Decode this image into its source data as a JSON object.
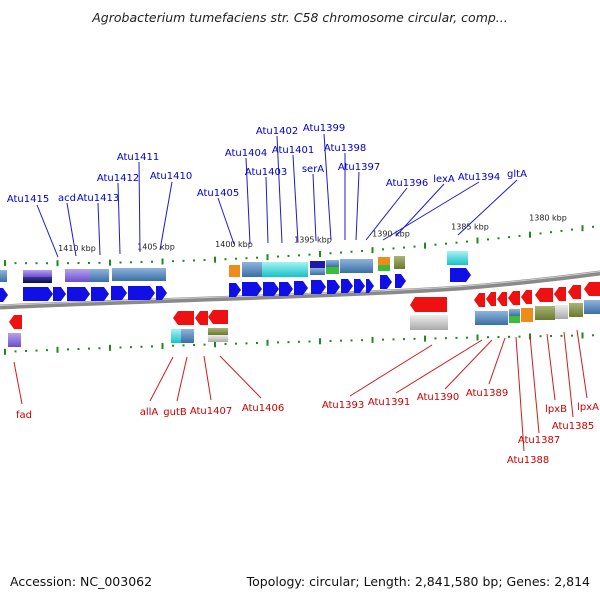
{
  "title": "Agrobacterium tumefaciens str. C58 chromosome circular, comp...",
  "accession": "Accession: NC_003062",
  "summary": "Topology: circular; Length: 2,841,580 bp; Genes: 2,814",
  "colors": {
    "forward_gene": "#1010e6",
    "reverse_gene": "#ee1111",
    "forward_label": "#0000cc",
    "reverse_label": "#cc0000",
    "backbone": "#8a8a8a",
    "tick": "#1c8a1c"
  },
  "kbp_scale": [
    {
      "label": "1410 kbp"
    },
    {
      "label": "1405 kbp"
    },
    {
      "label": "1400 kbp"
    },
    {
      "label": "1395 kbp"
    },
    {
      "label": "1390 kbp"
    },
    {
      "label": "1385 kbp"
    },
    {
      "label": "1380 kbp"
    }
  ],
  "forward_genes": [
    {
      "label": "Atu1415"
    },
    {
      "label": "acd"
    },
    {
      "label": "Atu1413"
    },
    {
      "label": "Atu1412"
    },
    {
      "label": "Atu1411"
    },
    {
      "label": "Atu1410"
    },
    {
      "label": "Atu1405"
    },
    {
      "label": "Atu1404"
    },
    {
      "label": "Atu1403"
    },
    {
      "label": "Atu1402"
    },
    {
      "label": "Atu1401"
    },
    {
      "label": "serA"
    },
    {
      "label": "Atu1399"
    },
    {
      "label": "Atu1398"
    },
    {
      "label": "Atu1397"
    },
    {
      "label": "Atu1396"
    },
    {
      "label": "lexA"
    },
    {
      "label": "Atu1394"
    },
    {
      "label": "gltA"
    }
  ],
  "reverse_genes": [
    {
      "label": "fad"
    },
    {
      "label": "allA"
    },
    {
      "label": "gutB"
    },
    {
      "label": "Atu1407"
    },
    {
      "label": "Atu1406"
    },
    {
      "label": "Atu1393"
    },
    {
      "label": "Atu1391"
    },
    {
      "label": "Atu1390"
    },
    {
      "label": "Atu1389"
    },
    {
      "label": "Atu1387"
    },
    {
      "label": "Atu1388"
    },
    {
      "label": "lpxB"
    },
    {
      "label": "Atu1385"
    },
    {
      "label": "lpxA"
    }
  ]
}
